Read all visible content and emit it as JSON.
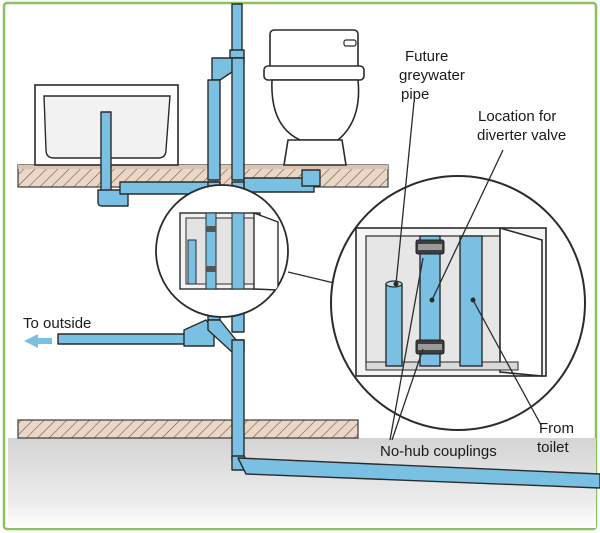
{
  "labels": {
    "future_pipe": [
      "Future",
      "greywater",
      "pipe"
    ],
    "diverter": [
      "Location for",
      "diverter valve"
    ],
    "outside": "To outside",
    "couplings": "No-hub couplings",
    "from_toilet": [
      "From",
      "toilet"
    ]
  },
  "colors": {
    "frame_border": "#8bc060",
    "pipe_fill": "#79c0e2",
    "pipe_outline": "#2b2b2b",
    "floor_fill": "#e8d2c0",
    "ground_fill": "#e6e6e6",
    "cabinet_fill": "#e9e9e9",
    "fixture_fill": "#ffffff",
    "arrow": "#79c0e2"
  },
  "icons": {
    "bathtub": "bathtub-icon",
    "toilet": "toilet-icon",
    "arrow": "arrow-left-icon",
    "coupling": "coupling-icon"
  }
}
